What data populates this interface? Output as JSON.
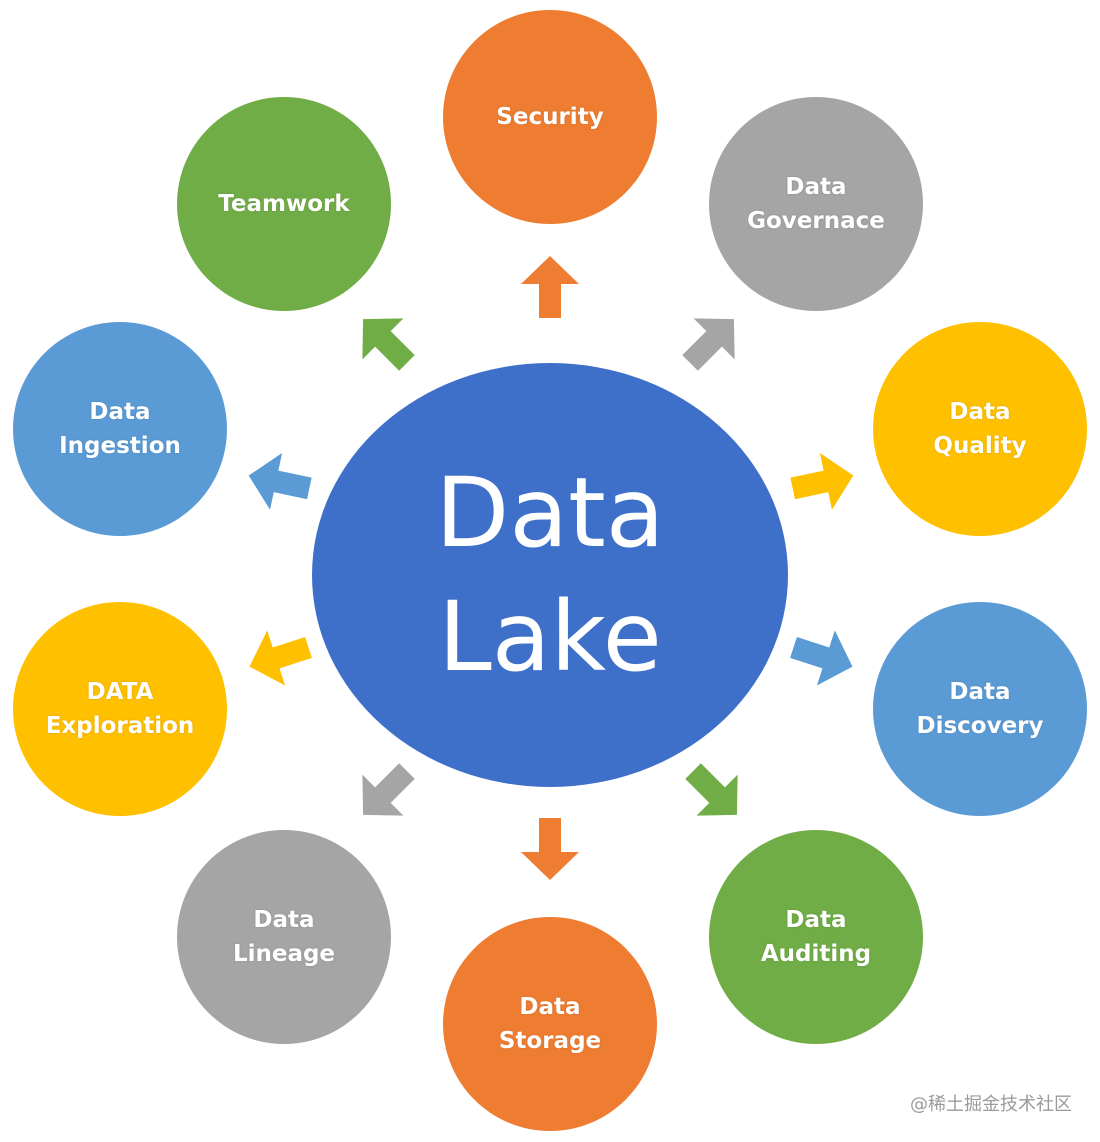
{
  "diagram": {
    "center_label": "Data\nLake",
    "nodes": [
      {
        "id": "security",
        "label": "Security",
        "color": "#ee7d31"
      },
      {
        "id": "data-governance",
        "label": "Data\nGovernace",
        "color": "#a5a5a5"
      },
      {
        "id": "data-quality",
        "label": "Data\nQuality",
        "color": "#ffc000"
      },
      {
        "id": "data-discovery",
        "label": "Data\nDiscovery",
        "color": "#5b9bd5"
      },
      {
        "id": "data-auditing",
        "label": "Data\nAuditing",
        "color": "#70ad47"
      },
      {
        "id": "data-storage",
        "label": "Data\nStorage",
        "color": "#ee7d31"
      },
      {
        "id": "data-lineage",
        "label": "Data\nLineage",
        "color": "#a5a5a5"
      },
      {
        "id": "data-exploration",
        "label": "DATA\nExploration",
        "color": "#ffc000"
      },
      {
        "id": "data-ingestion",
        "label": "Data\nIngestion",
        "color": "#5b9bd5"
      },
      {
        "id": "teamwork",
        "label": "Teamwork",
        "color": "#70ad47"
      }
    ]
  },
  "watermark": "@稀土掘金技术社区"
}
